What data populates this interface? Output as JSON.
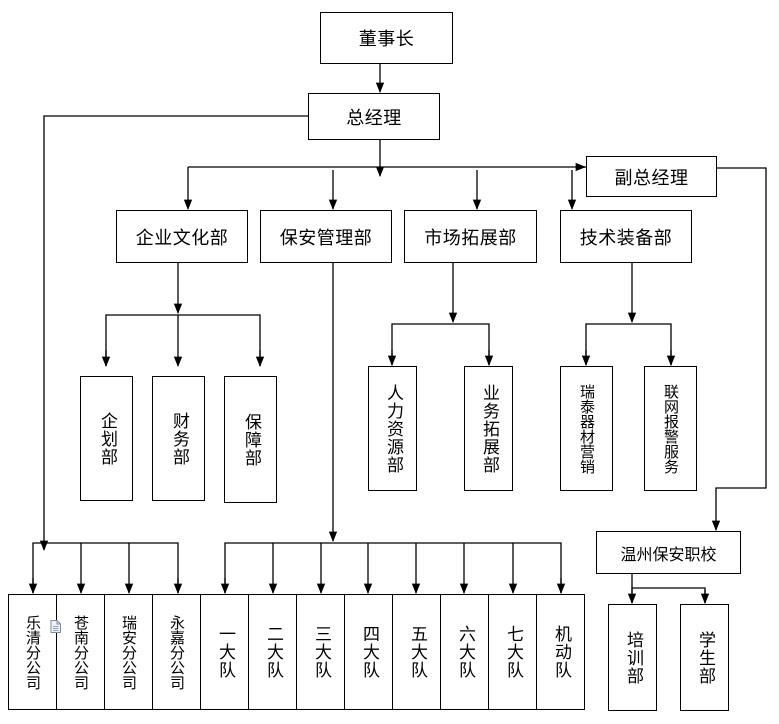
{
  "nodes": {
    "chairman": "董事长",
    "gm": "总经理",
    "vgm": "副总经理",
    "culture": "企业文化部",
    "security_mgmt": "保安管理部",
    "market": "市场拓展部",
    "tech": "技术装备部",
    "planning": "企划部",
    "finance": "财务部",
    "guarantee": "保障部",
    "hr": "人力资源部",
    "business": "业务拓展部",
    "equipment_sales": "瑞泰器材营销",
    "alarm_service": "联网报警服务",
    "school": "温州保安职校",
    "training": "培训部",
    "students": "学生部",
    "yueqing": "乐清分公司",
    "cangnan": "苍南分公司",
    "ruian": "瑞安分公司",
    "yongjia": "永嘉分公司",
    "team1": "一大队",
    "team2": "二大队",
    "team3": "三大队",
    "team4": "四大队",
    "team5": "五大队",
    "team6": "六大队",
    "team7": "七大队",
    "mobile": "机动队"
  },
  "icons": {
    "document": "document-icon"
  }
}
